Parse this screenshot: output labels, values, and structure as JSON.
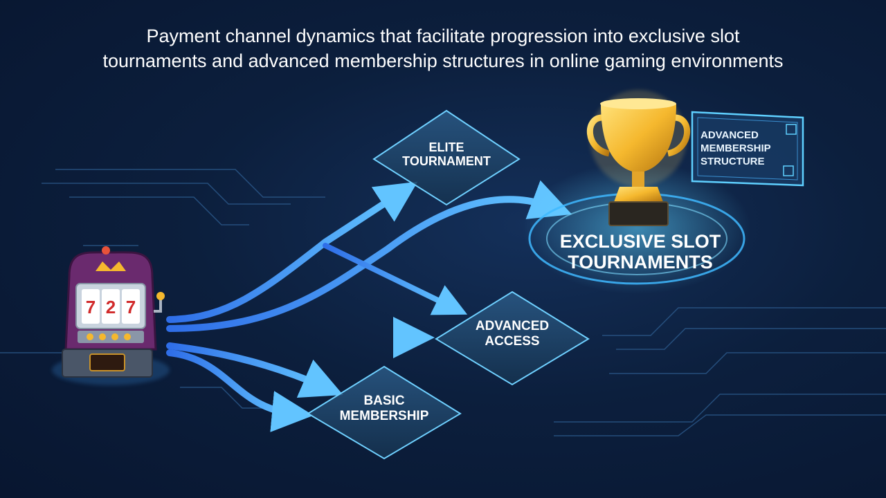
{
  "title": {
    "line1": "Payment channel dynamics that facilitate progression into exclusive slot",
    "line2": "tournaments and advanced membership structures in online gaming environments"
  },
  "nodes": {
    "elite": {
      "line1": "ELITE",
      "line2": "TOURNAMENT"
    },
    "advanced_access": {
      "line1": "ADVANCED",
      "line2": "ACCESS"
    },
    "basic": {
      "line1": "BASIC",
      "line2": "MEMBERSHIP"
    },
    "exclusive": {
      "line1": "EXCLUSIVE SLOT",
      "line2": "TOURNAMENTS"
    },
    "card": {
      "line1": "ADVANCED",
      "line2": "MEMBERSHIP",
      "line3": "STRUCTURE"
    }
  },
  "slot_machine": {
    "reels": [
      "7",
      "2",
      "7"
    ]
  },
  "icons": {
    "source": "slot-machine-icon",
    "goal": "trophy-icon",
    "card": "membership-card-icon"
  },
  "colors": {
    "background": "#0c1f3d",
    "arrow": "#4aa8ff",
    "node_stroke": "#6fd0ff",
    "trophy": "#f5b82e"
  }
}
